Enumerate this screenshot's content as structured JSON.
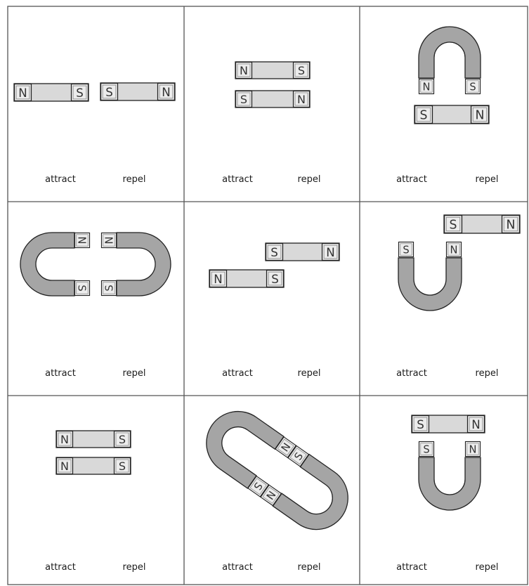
{
  "labels": {
    "attract": "attract",
    "repel": "repel"
  },
  "poles": {
    "north": "N",
    "south": "S"
  },
  "colors": {
    "magnet_body": "#d9d9d9",
    "horseshoe": "#a5a5a5",
    "pole_face": "#ececec",
    "outline": "#222222",
    "grid_line": "#555555"
  },
  "questions": [
    {
      "id": 1,
      "magnets": [
        "bar: N-S",
        "bar: S-N"
      ]
    },
    {
      "id": 2,
      "magnets": [
        "bar: N-S",
        "bar: S-N"
      ]
    },
    {
      "id": 3,
      "magnets": [
        "horseshoe: N, S",
        "bar: S-N"
      ]
    },
    {
      "id": 4,
      "magnets": [
        "horseshoe: N, S",
        "horseshoe: N, S"
      ]
    },
    {
      "id": 5,
      "magnets": [
        "bar: S-N",
        "bar: N-S"
      ]
    },
    {
      "id": 6,
      "magnets": [
        "bar: S-N",
        "horseshoe: S, N"
      ]
    },
    {
      "id": 7,
      "magnets": [
        "bar: N-S",
        "bar: N-S"
      ]
    },
    {
      "id": 8,
      "magnets": [
        "horseshoe: N, S",
        "horseshoe: S, N"
      ]
    },
    {
      "id": 9,
      "magnets": [
        "bar: S-N",
        "horseshoe: S, N"
      ]
    }
  ]
}
